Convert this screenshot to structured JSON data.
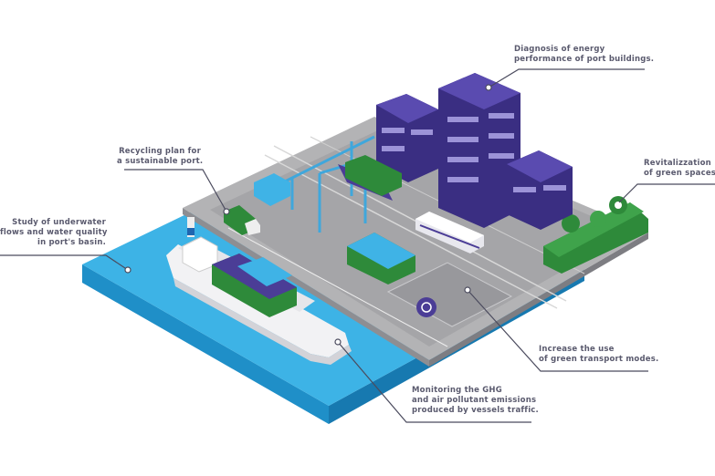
{
  "colors": {
    "water": "#3db3e6",
    "water_side": "#1f8fc8",
    "ground": "#a9a9ab",
    "building": "#4b3d96",
    "green": "#2e8a3a",
    "line": "#4b4b5e"
  },
  "labels": {
    "energy": [
      "Diagnosis of energy",
      "performance of port buildings."
    ],
    "recycling": [
      "Recycling plan for",
      "a sustainable port."
    ],
    "green_spaces": [
      "Revitalizzation",
      "of green spaces."
    ],
    "water": [
      "Study of underwater",
      "flows and water quality",
      "in port's basin."
    ],
    "transport": [
      "Increase the use",
      "of green transport modes."
    ],
    "emissions": [
      "Monitoring the GHG",
      "and air pollutant emissions",
      "produced by vessels traffic."
    ]
  }
}
